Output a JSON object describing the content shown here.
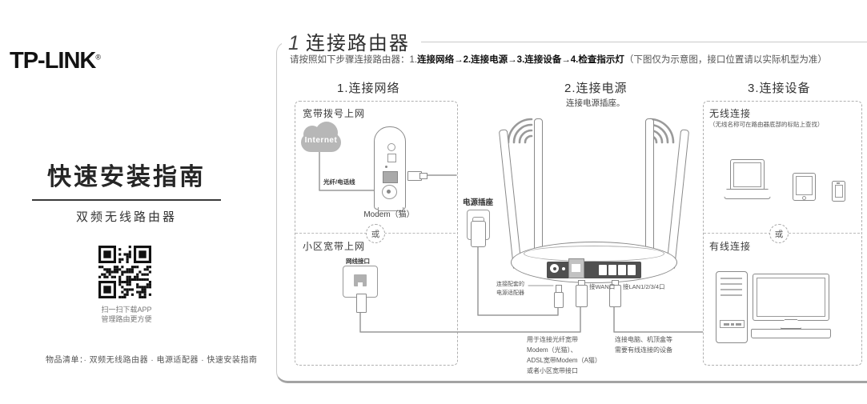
{
  "colors": {
    "brand_text": "#131313",
    "line_gray": "#999999",
    "panel_dark": "#4f4f4f",
    "cloud_gray": "#b7b7b7"
  },
  "left": {
    "brand": "TP-LINK",
    "brand_reg": "®",
    "title": "快速安装指南",
    "subtitle": "双频无线路由器",
    "qr_caption1": "扫一扫下载APP",
    "qr_caption2": "管理路由更方便",
    "packing_list": "物品清单：· 双频无线路由器 · 电源适配器 · 快速安装指南"
  },
  "header": {
    "number": "1",
    "title": "连接路由器",
    "intro_prefix": "请按照如下步骤连接路由器：1.",
    "intro_bold": "连接网络→2.连接电源→3.连接设备→4.检查指示灯",
    "intro_note": "（下图仅为示意图，接口位置请以实际机型为准）"
  },
  "step1": {
    "title": "1.连接网络",
    "option_a": "宽带拨号上网",
    "cloud_label": "Internet",
    "cable_label": "光纤/电话线",
    "modem_label": "Modem（猫）",
    "or": "或",
    "option_b": "小区宽带上网",
    "socket_label": "网线接口"
  },
  "step2": {
    "title": "2.连接电源",
    "subtitle": "连接电源插座。",
    "outlet_label": "电源插座",
    "adapter_note": [
      "连接配套的",
      "电源适配器"
    ],
    "wan_label": "接WAN口",
    "lan_label": "接LAN1/2/3/4口",
    "wan_note": [
      "用于连接光纤宽带",
      "Modem（光猫）、",
      "ADSL宽带Modem（A猫）",
      "或者小区宽带接口"
    ],
    "lan_note": [
      "连接电脑、机顶盒等",
      "需要有线连接的设备"
    ]
  },
  "step3": {
    "title": "3.连接设备",
    "wireless": "无线连接",
    "wireless_note": "（无线名称可在路由器底部的标贴上查找）",
    "or": "或",
    "wired": "有线连接"
  }
}
